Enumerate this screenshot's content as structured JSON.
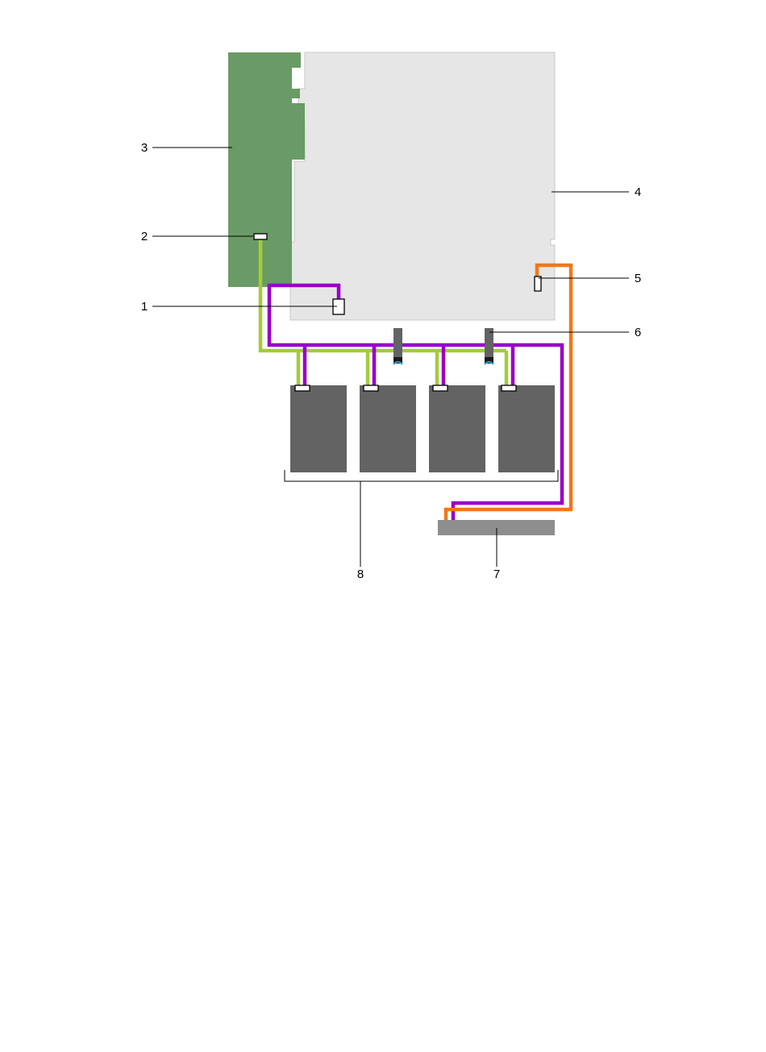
{
  "colors": {
    "riser_board": "#6a9b66",
    "system_board": "#e6e6e6",
    "system_board_outline": "#c8c8c8",
    "drive": "#636363",
    "backplane": "#8e8e8e",
    "sata_cable": "#a3cc38",
    "power_cable": "#9a00c8",
    "signal_cable": "#f07818",
    "leader_line": "#000000"
  },
  "icons": {
    "riser_connector": "connector-rectangle",
    "board_connector": "connector-rectangle",
    "drive_connector": "connector-rectangle"
  },
  "callouts": {
    "c1": "1",
    "c2": "2",
    "c3": "3",
    "c4": "4",
    "c5": "5",
    "c6": "6",
    "c7": "7",
    "c8": "8"
  }
}
